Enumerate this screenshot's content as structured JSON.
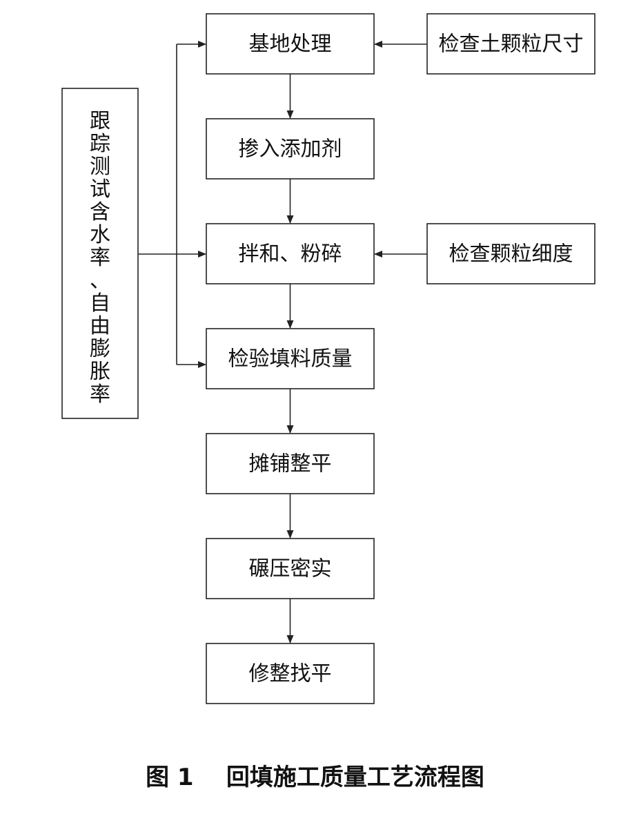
{
  "steps": [
    "基地处理",
    "掺入添加剂",
    "拌和、粉碎",
    "检验填料质量",
    "摊铺整平",
    "碾压密实",
    "修整找平"
  ],
  "checks": [
    "检查土颗粒尺寸",
    "检查颗粒细度"
  ],
  "side_label": "跟踪测试含水率、自由膨胀率",
  "caption": "图 1    回填施工质量工艺流程图"
}
